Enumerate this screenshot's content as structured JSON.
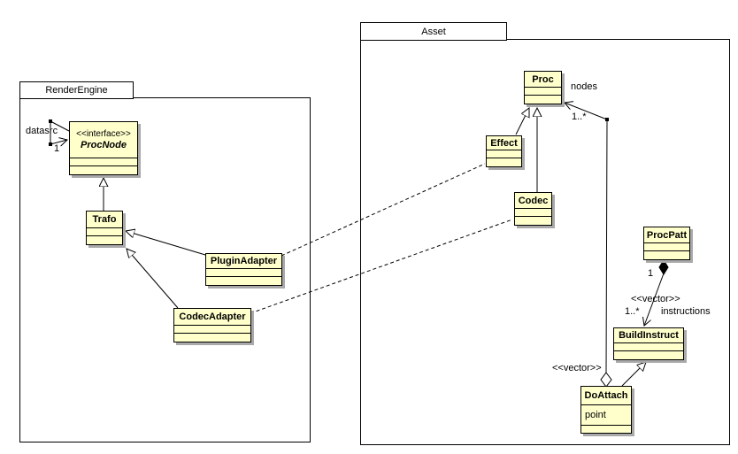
{
  "diagram": {
    "background_color": "#ffffff",
    "class_fill_color": "#ffffcc",
    "shadow_color": "#a9a9a9",
    "line_color": "#000000"
  },
  "packages": {
    "render_engine": {
      "name": "RenderEngine"
    },
    "asset": {
      "name": "Asset"
    }
  },
  "classes": {
    "procnode": {
      "stereotype": "<<interface>>",
      "name": "ProcNode"
    },
    "trafo": {
      "name": "Trafo"
    },
    "plugin_adapter": {
      "name": "PluginAdapter"
    },
    "codec_adapter": {
      "name": "CodecAdapter"
    },
    "proc": {
      "name": "Proc"
    },
    "effect": {
      "name": "Effect"
    },
    "codec": {
      "name": "Codec"
    },
    "procpatt": {
      "name": "ProcPatt"
    },
    "build_instruct": {
      "name": "BuildInstruct"
    },
    "do_attach": {
      "name": "DoAttach",
      "attribute": "point"
    }
  },
  "labels": {
    "datasrc_role": "datasrc",
    "datasrc_mult": "1",
    "nodes_role": "nodes",
    "nodes_mult": "1..*",
    "procpatt_mult": "1",
    "vector_stereotype_upper": "<<vector>>",
    "instructions_mult": "1..*",
    "instructions_role": "instructions",
    "vector_stereotype_lower": "<<vector>>"
  },
  "relationships": [
    {
      "type": "generalization",
      "from": "Trafo",
      "to": "ProcNode"
    },
    {
      "type": "generalization",
      "from": "PluginAdapter",
      "to": "Trafo"
    },
    {
      "type": "generalization",
      "from": "CodecAdapter",
      "to": "Trafo"
    },
    {
      "type": "generalization",
      "from": "Effect",
      "to": "Proc"
    },
    {
      "type": "generalization",
      "from": "Codec",
      "to": "Proc"
    },
    {
      "type": "generalization",
      "from": "DoAttach",
      "to": "BuildInstruct"
    },
    {
      "type": "association-self",
      "from": "ProcNode",
      "to": "ProcNode",
      "label": "datasrc 1"
    },
    {
      "type": "aggregation",
      "from": "DoAttach",
      "to": "Proc",
      "label": "nodes 1..*"
    },
    {
      "type": "composition",
      "from": "ProcPatt",
      "to": "BuildInstruct",
      "label": "1 <<vector>> 1..* instructions"
    },
    {
      "type": "dependency",
      "from": "PluginAdapter",
      "to": "Effect"
    },
    {
      "type": "dependency",
      "from": "CodecAdapter",
      "to": "Codec"
    }
  ]
}
